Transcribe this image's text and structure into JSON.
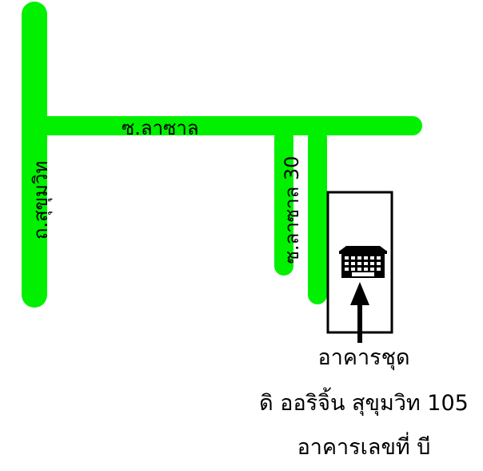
{
  "colors": {
    "road": "#00f000",
    "outline": "#000000",
    "background": "#ffffff"
  },
  "roads": {
    "sukhumvit": {
      "label": "ถ.สุขุมวิท"
    },
    "la_salle": {
      "label": "ซ.ลาซาล"
    },
    "la_salle_30": {
      "label": "ซ.ลาซาล 30"
    },
    "side_soi": {
      "label": ""
    }
  },
  "landmark": {
    "icon": "building-icon"
  },
  "caption": {
    "line1": "อาคารชุด",
    "line2": "ดิ ออริจิ้น สุขุมวิท 105",
    "line3": "อาคารเลขที่ บี"
  }
}
